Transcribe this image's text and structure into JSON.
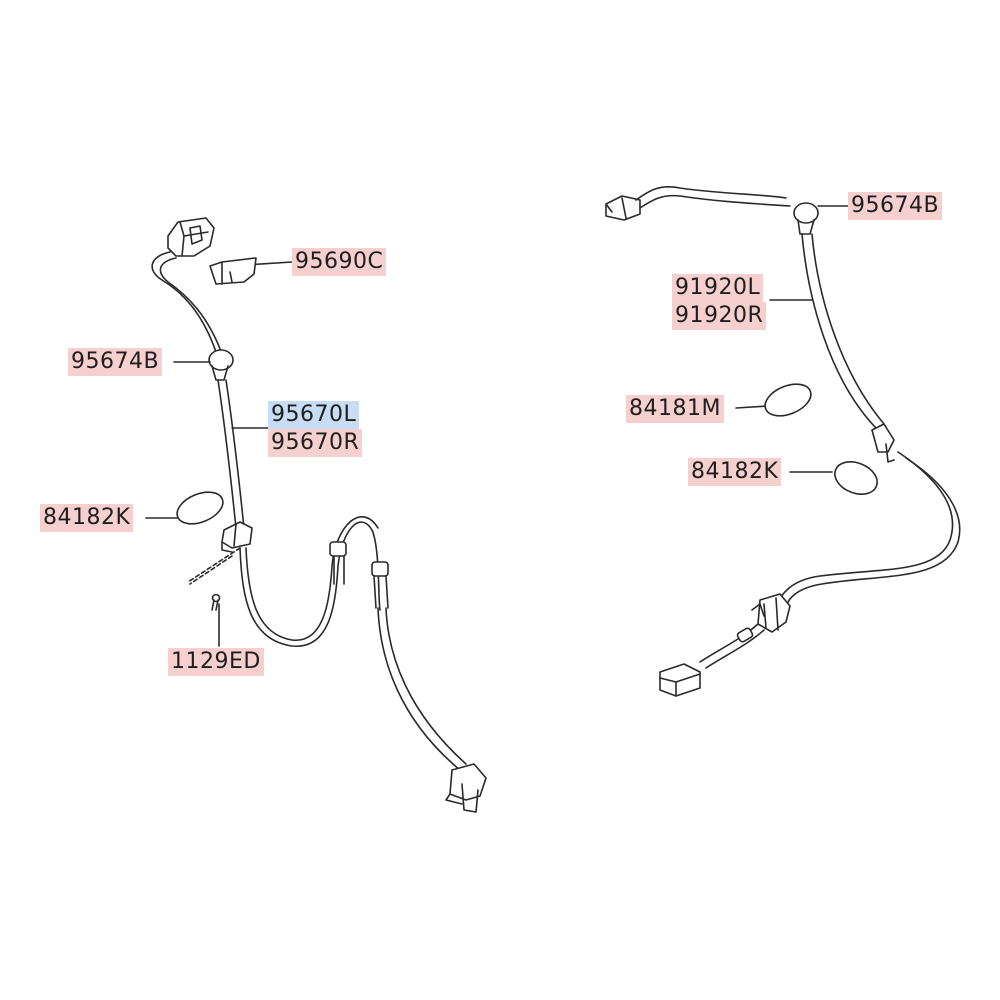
{
  "colors": {
    "label_bg": "#f6cfcf",
    "label_selected_bg": "#c8dcf4",
    "line": "#2a2a2a",
    "background": "#ffffff"
  },
  "left_assembly": {
    "clip": "95690C",
    "grommet": "95674B",
    "sensor_left": "95670L",
    "sensor_right": "95670R",
    "pad": "84182K",
    "bolt": "1129ED"
  },
  "right_assembly": {
    "grommet": "95674B",
    "harness_left": "91920L",
    "harness_right": "91920R",
    "pad_m": "84181M",
    "pad_k": "84182K"
  }
}
